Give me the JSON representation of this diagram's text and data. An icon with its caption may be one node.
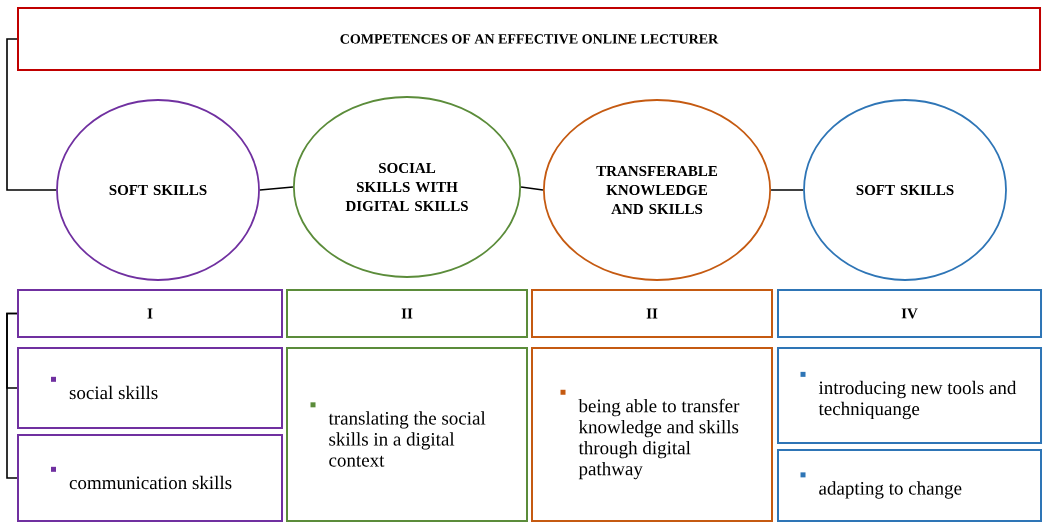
{
  "diagram": {
    "nodes": [
      {
        "text": [
          "COMPETENCES OF AN EFFECTIVE ONLINE LECTURER"
        ]
      },
      {
        "text": [
          "SOFT SKILLS"
        ]
      },
      {
        "text": [
          "SOCIAL SKILLS WITH DIGITAL SKILLS"
        ]
      },
      {
        "text": [
          "TRANSFERABLE KNOWLEDGE AND SKILLS"
        ]
      },
      {
        "text": [
          "SOFT SKILLS"
        ]
      },
      {
        "text": [
          "I"
        ]
      },
      {
        "text": [
          "II"
        ]
      },
      {
        "text": [
          "II"
        ]
      },
      {
        "text": [
          "IV"
        ]
      },
      {
        "text": [
          "social skills"
        ]
      },
      {
        "text": [
          "communication skills"
        ]
      },
      {
        "text": [
          "translating the social skills in a digital context"
        ]
      },
      {
        "text": [
          "being able to transfer knowledge and skills through digital pathway"
        ]
      },
      {
        "text": [
          "introducing new tools and techniquange"
        ]
      },
      {
        "text": [
          "adapting to change"
        ]
      }
    ],
    "edges": [
      {
        "from": 0,
        "to": 1,
        "arrow": "none"
      },
      {
        "from": 1,
        "to": 2,
        "arrow": "none"
      },
      {
        "from": 2,
        "to": 3,
        "arrow": "none"
      },
      {
        "from": 3,
        "to": 4,
        "arrow": "none"
      },
      {
        "from": 5,
        "to": 9,
        "arrow": "none"
      },
      {
        "from": 5,
        "to": 10,
        "arrow": "none"
      }
    ]
  }
}
